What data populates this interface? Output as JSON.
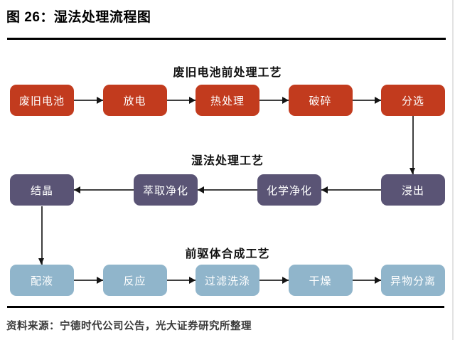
{
  "figure": {
    "title": "图 26：湿法处理流程图",
    "source": "资料来源：宁德时代公司公告，光大证券研究所整理"
  },
  "colors": {
    "pretreatment_box": "#C23B1E",
    "wet_process_box": "#5A5475",
    "precursor_box": "#90B5CB",
    "arrow_line": "#3F3F3F",
    "rule": "#000000"
  },
  "flow": {
    "sections": [
      {
        "label": "废旧电池前处理工艺",
        "color": "#C23B1E",
        "direction": "left-to-right",
        "boxes": [
          "废旧电池",
          "放电",
          "热处理",
          "破碎",
          "分选"
        ]
      },
      {
        "label": "湿法处理工艺",
        "color": "#5A5475",
        "direction": "right-to-left",
        "boxes": [
          "结晶",
          "萃取净化",
          "化学净化",
          "浸出"
        ]
      },
      {
        "label": "前驱体合成工艺",
        "color": "#90B5CB",
        "direction": "left-to-right",
        "boxes": [
          "配液",
          "反应",
          "过滤洗涤",
          "干燥",
          "异物分离"
        ]
      }
    ],
    "connectors": [
      {
        "from": "分选",
        "to": "浸出",
        "direction": "down"
      },
      {
        "from": "结晶",
        "to": "配液",
        "direction": "down"
      }
    ]
  }
}
